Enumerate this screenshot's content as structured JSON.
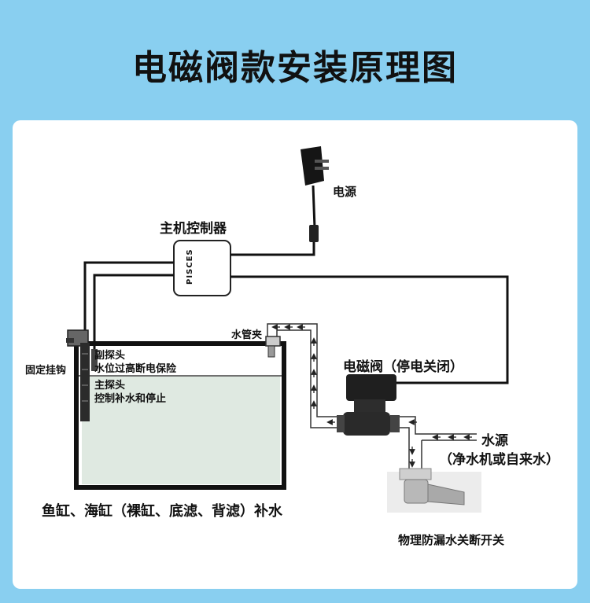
{
  "title": "电磁阀款安装原理图",
  "labels": {
    "power": "电源",
    "controller": "主机控制器",
    "controller_brand": "PISCES",
    "pipe_clip": "水管夹",
    "solenoid_valve": "电磁阀（停电关闭）",
    "fixed_hook": "固定挂钩",
    "aux_probe": "副探头",
    "aux_probe_desc": "水位过高断电保险",
    "main_probe": "主探头",
    "main_probe_desc": "控制补水和停止",
    "water_source": "水源",
    "water_source_desc": "（净水机或自来水）",
    "tank_caption": "鱼缸、海缸（裸缸、底滤、背滤）补水",
    "leak_switch": "物理防漏水关断开关"
  }
}
